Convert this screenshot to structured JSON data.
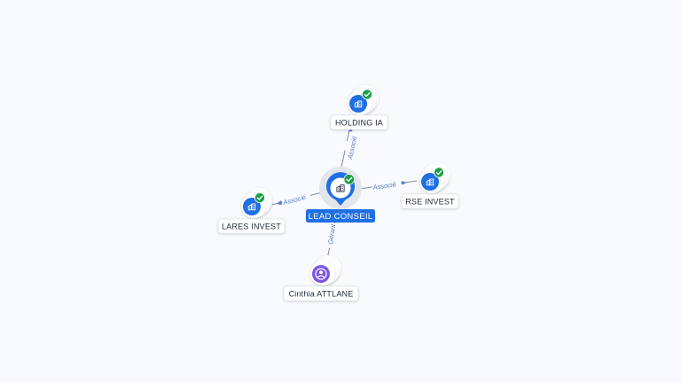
{
  "graph": {
    "center": {
      "label": "LEAD CONSEIL",
      "icon": "company-building-icon",
      "verified": true
    },
    "nodes": [
      {
        "id": "holding",
        "label": "HOLDING IA",
        "relation": "Associé",
        "icon": "company-building-icon",
        "verified": true,
        "kind": "company"
      },
      {
        "id": "rse",
        "label": "RSE INVEST",
        "relation": "Associé",
        "icon": "company-building-icon",
        "verified": true,
        "kind": "company"
      },
      {
        "id": "lares",
        "label": "LARES INVEST",
        "relation": "Associé",
        "icon": "company-building-icon",
        "verified": true,
        "kind": "company"
      },
      {
        "id": "cinthia",
        "label": "Cinthia ATTLANE",
        "relation": "Gérant",
        "icon": "person-icon",
        "verified": false,
        "kind": "person"
      }
    ]
  },
  "colors": {
    "background": "#f8fafd",
    "company": "#1f6fe5",
    "person": "#7b57e4",
    "verified": "#1e9e4a",
    "edge": "#7d8dab",
    "edge_label": "#5a7ac8"
  }
}
